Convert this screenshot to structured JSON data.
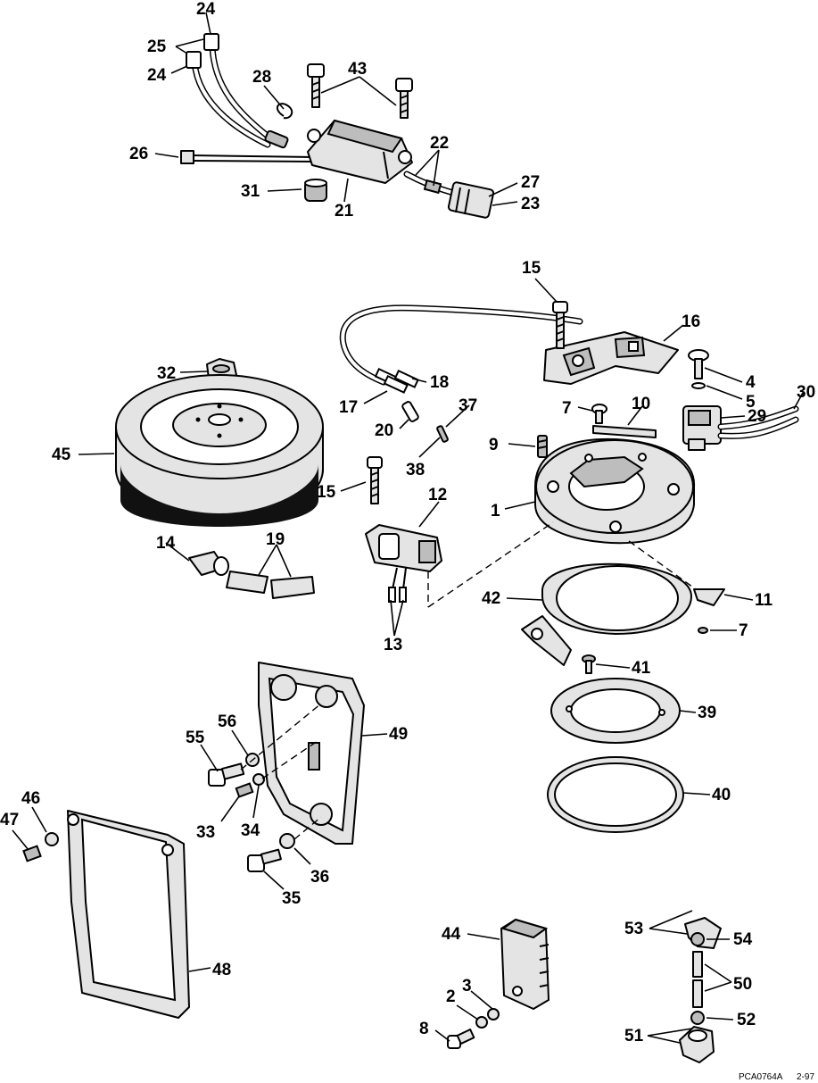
{
  "labels": {
    "l24a": "24",
    "l25": "25",
    "l24b": "24",
    "l28": "28",
    "l43": "43",
    "l26": "26",
    "l22": "22",
    "l27": "27",
    "l23": "23",
    "l31": "31",
    "l21": "21",
    "l15a": "15",
    "l16": "16",
    "l4": "4",
    "l5": "5",
    "l30": "30",
    "l29": "29",
    "l18": "18",
    "l17": "17",
    "l37": "37",
    "l20": "20",
    "l38": "38",
    "l7a": "7",
    "l10": "10",
    "l9": "9",
    "l1": "1",
    "l32": "32",
    "l45": "45",
    "l15b": "15",
    "l12": "12",
    "l14": "14",
    "l19": "19",
    "l13": "13",
    "l42": "42",
    "l11": "11",
    "l7b": "7",
    "l41": "41",
    "l39": "39",
    "l40": "40",
    "l56": "56",
    "l55": "55",
    "l49": "49",
    "l46": "46",
    "l47": "47",
    "l33": "33",
    "l34": "34",
    "l36": "36",
    "l35": "35",
    "l48": "48",
    "l44": "44",
    "l3": "3",
    "l2": "2",
    "l8": "8",
    "l53": "53",
    "l54": "54",
    "l50": "50",
    "l52": "52",
    "l51": "51"
  },
  "footer": {
    "code": "PCA0764A",
    "page": "2-97"
  }
}
